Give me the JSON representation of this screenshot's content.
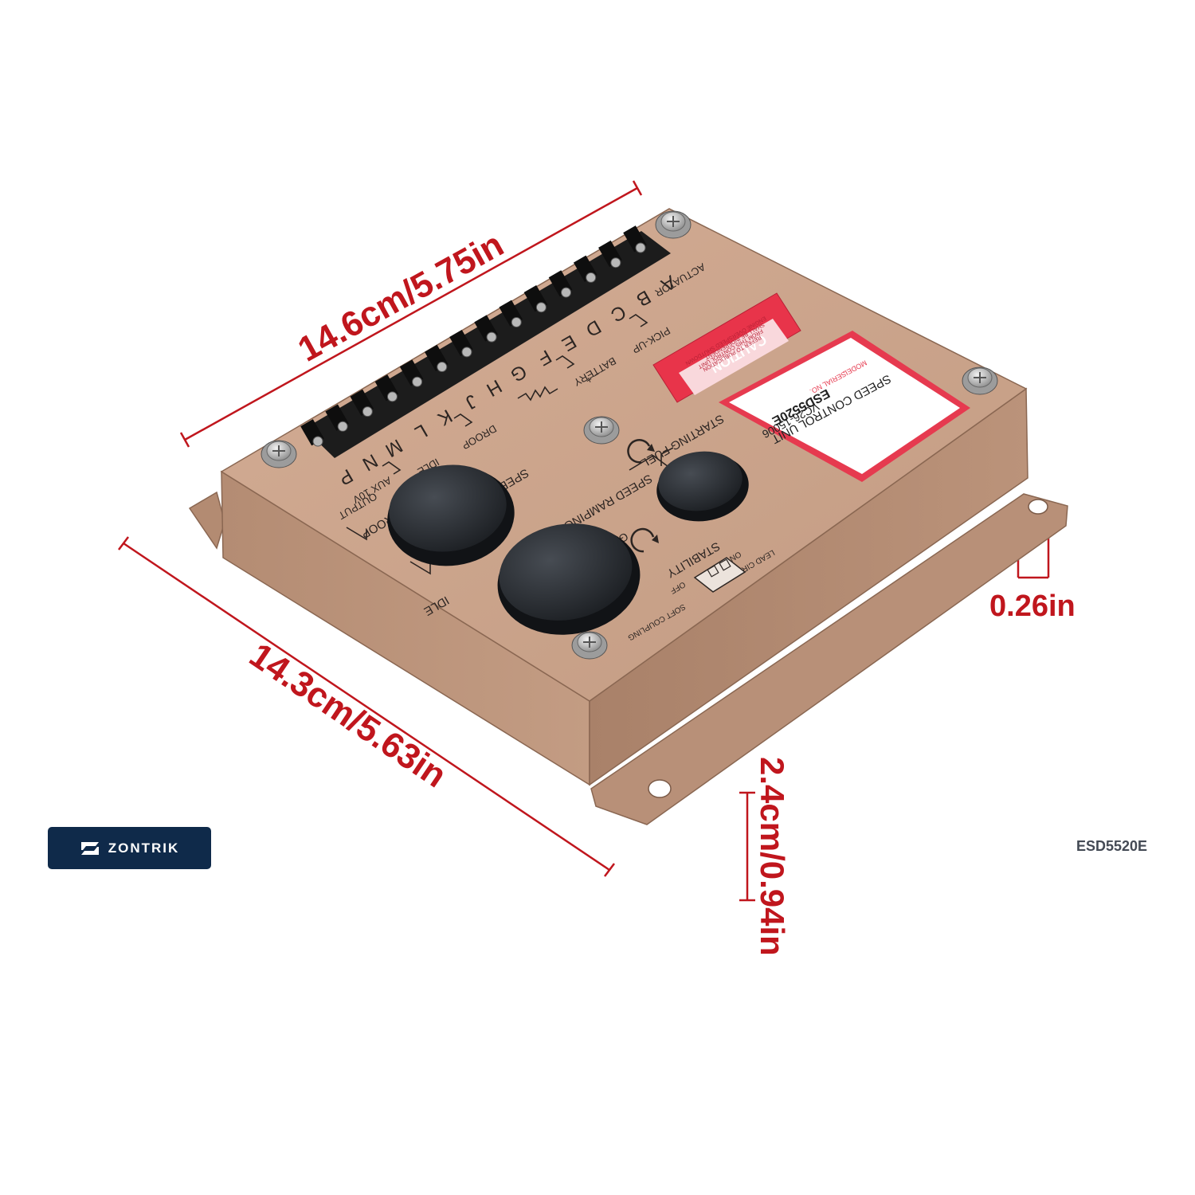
{
  "dimensions": {
    "length_top": "14.6cm/5.75in",
    "length_side": "14.3cm/5.63in",
    "height": "2.4cm/0.94in",
    "flange": "0.26in"
  },
  "device": {
    "terminal_letters": [
      "A",
      "B",
      "C",
      "D",
      "E",
      "F",
      "G",
      "H",
      "J",
      "K",
      "L",
      "M",
      "N",
      "P"
    ],
    "labels": {
      "actuator": "ACTUATOR",
      "pickup": "PICK-UP",
      "battery": "BATTERY",
      "battery_polarity": "–  +",
      "droop": "DROOP",
      "idle": "IDLE",
      "aux": "AUX 10V",
      "output": "OUTPUT",
      "speed": "SPEED",
      "speed_ramping": "SPEED RAMPING",
      "starting_fuel": "STARTING FUEL",
      "stability": "STABILITY",
      "gain": "GAIN",
      "droop_side": "DROOP",
      "idle_side": "IDLE",
      "soft_coupling": "SOFT COUPLING",
      "lead_circuit": "LEAD CIRCUIT",
      "on": "ON",
      "off": "OFF"
    },
    "caution": {
      "title": "CAUTION",
      "lines": [
        "ENGINE OVERSPEED SHUTDOWN",
        "SHALL BE INDEPENDENT",
        "FROM THIS CONTROL UNIT",
        "REFER TO PUBLICATION"
      ]
    },
    "nameplate": {
      "title": "SPEED CONTROL UNIT",
      "model_label": "MODEL",
      "model": "ESD5520E",
      "serial_label": "SERIAL NO.",
      "serial": "VC26-15006"
    }
  },
  "brand": {
    "name": "ZONTRIK",
    "model_code": "ESD5520E"
  },
  "colors": {
    "dimension": "#c0161d",
    "casing": "#c89f86",
    "casing_dark": "#a77f67",
    "knob": "#2a2e33",
    "caution_red": "#e8344a",
    "badge": "#0f2a4a"
  }
}
